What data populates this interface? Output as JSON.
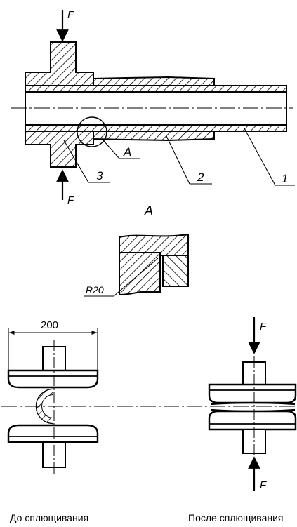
{
  "labels": {
    "force_top": "F",
    "force_bottom": "F",
    "detail_callout": "A",
    "part_1": "1",
    "part_2": "2",
    "part_3": "3",
    "detail_title": "A",
    "radius": "R20",
    "dimension": "200",
    "force_right_top": "F",
    "force_right_bottom": "F",
    "caption_before": "До сплющивания",
    "caption_after": "После сплющивания"
  }
}
